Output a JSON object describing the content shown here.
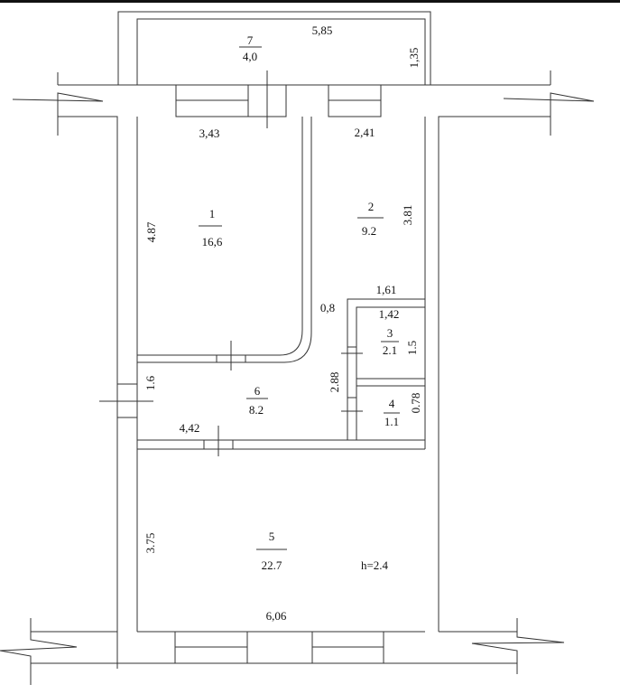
{
  "rooms": [
    {
      "number": "1",
      "area": "16,6"
    },
    {
      "number": "2",
      "area": "9.2"
    },
    {
      "number": "3",
      "area": "2.1"
    },
    {
      "number": "4",
      "area": "1.1"
    },
    {
      "number": "5",
      "area": "22.7"
    },
    {
      "number": "6",
      "area": "8.2"
    },
    {
      "number": "7",
      "area": "4,0"
    }
  ],
  "dimensions": {
    "balcony_width": "5,85",
    "balcony_depth": "1,35",
    "room1_width": "3,43",
    "room1_length": "4.87",
    "room2_width": "2,41",
    "room2_length": "3.81",
    "block_width": "1,61",
    "room3_width": "1,42",
    "room3_length": "1.5",
    "gap": "0,8",
    "room4_length": "0.78",
    "hall_length": "2.88",
    "hall_depth": "1.6",
    "hall_width": "4,42",
    "room5_length": "3.75",
    "room5_width": "6,06"
  },
  "ceiling_height": "h=2.4"
}
